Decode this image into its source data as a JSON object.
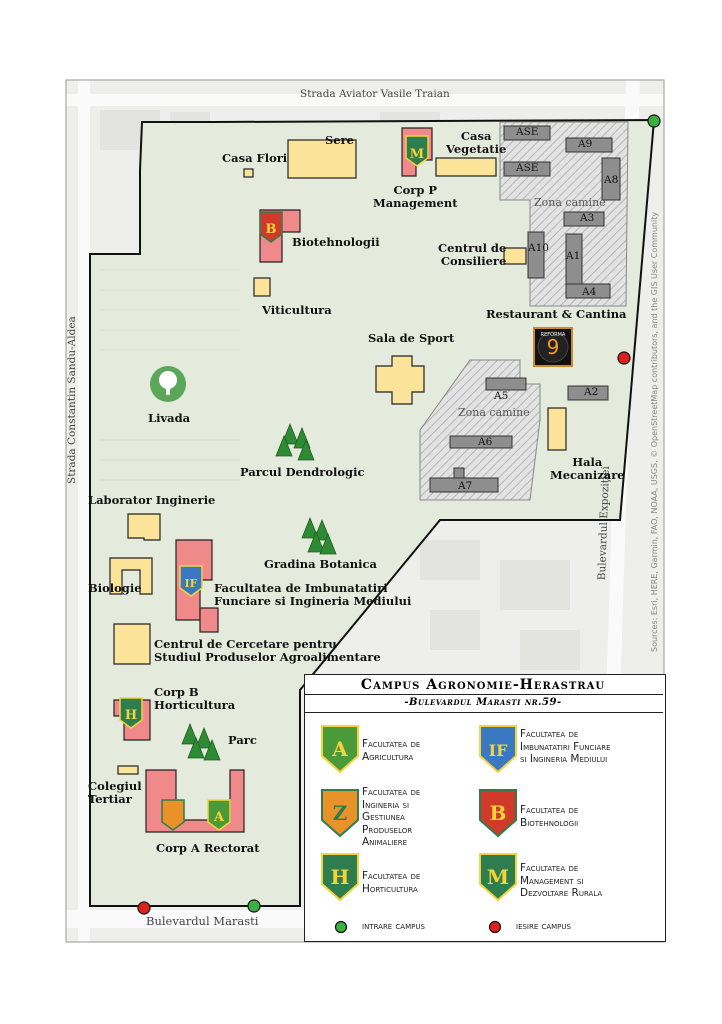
{
  "legend": {
    "title": "Campus Agronomie-Herastrau",
    "subtitle": "-Bulevardul Marasti nr.59-",
    "faculties": [
      {
        "label": "Facultatea de\nAgricultura",
        "letter": "A",
        "icon": "faculty-agricultura-shield"
      },
      {
        "label": "Facultatea de\nImbunatatiri Funciare\nsi Ingineria Mediului",
        "letter": "IF",
        "icon": "faculty-if-shield"
      },
      {
        "label": "Facultatea de\nIngineria si\nGestiunea\nProduselor\nAnimaliere",
        "letter": "Z",
        "icon": "faculty-zootehnie-shield"
      },
      {
        "label": "Facultatea de\nBiotehnologii",
        "letter": "B",
        "icon": "faculty-biotehnologii-shield"
      },
      {
        "label": "Facultatea de\nHorticultura",
        "letter": "H",
        "icon": "faculty-horticultura-shield"
      },
      {
        "label": "Facultatea de\nManagement si\nDezvoltare Rurala",
        "letter": "M",
        "icon": "faculty-management-shield"
      }
    ],
    "entry_label": "intrare campus",
    "exit_label": "iesire campus",
    "entry_color": "#3cb043",
    "exit_color": "#e02020"
  },
  "streets": {
    "north": "Strada Aviator Vasile Traian",
    "west": "Strada Constantin Sandu-Aldea",
    "south": "Bulevardul Marasti",
    "east": "Bulevardul Expoziţiei"
  },
  "labels": {
    "sere": "Sere",
    "casa_flori": "Casa Flori",
    "corp_p": "Corp P\nManagement",
    "casa_vegetatie": "Casa\nVegetatie",
    "biotehnologii": "Biotehnologii",
    "viticultura": "Viticultura",
    "livada": "Livada",
    "parc_dendrologic": "Parcul Dendrologic",
    "sala_sport": "Sala de Sport",
    "centru_consiliere": "Centrul de\nConsiliere",
    "restaurant": "Restaurant & Cantina",
    "hala": "Hala\nMecanizare",
    "gradina": "Gradina Botanica",
    "lab_inginerie": "Laborator Inginerie",
    "biologie": "Biologie",
    "fac_if": "Facultatea de Imbunatatiri\nFunciare si Ingineria Mediului",
    "centru_cercetare": "Centrul de Cercetare pentru\nStudiul Produselor Agroalimentare",
    "corp_b": "Corp B\nHorticultura",
    "parc": "Parc",
    "colegiul": "Colegiul\nTertiar",
    "corp_a": "Corp A Rectorat",
    "zona_camine_1": "Zona camine",
    "zona_camine_2": "Zona camine",
    "reforma": "REFORMA",
    "reforma_num": "9"
  },
  "dorms": {
    "ase1": "ASE",
    "ase2": "ASE",
    "a9": "A9",
    "a8": "A8",
    "a3": "A3",
    "a10": "A10",
    "a1": "A1",
    "a4": "A4",
    "a5": "A5",
    "a2": "A2",
    "a6": "A6",
    "a7": "A7"
  },
  "credit": "Sources: Esri, HERE, Garmin, FAO, NOAA, USGS, © OpenStreetMap contributors, and the GIS User Community",
  "colors": {
    "building_yellow": "#fbe39a",
    "building_pink": "#f08a8a",
    "dorm_gray": "#8e8e8e",
    "campus_green": "#e3ebdc",
    "boundary": "#111111"
  }
}
